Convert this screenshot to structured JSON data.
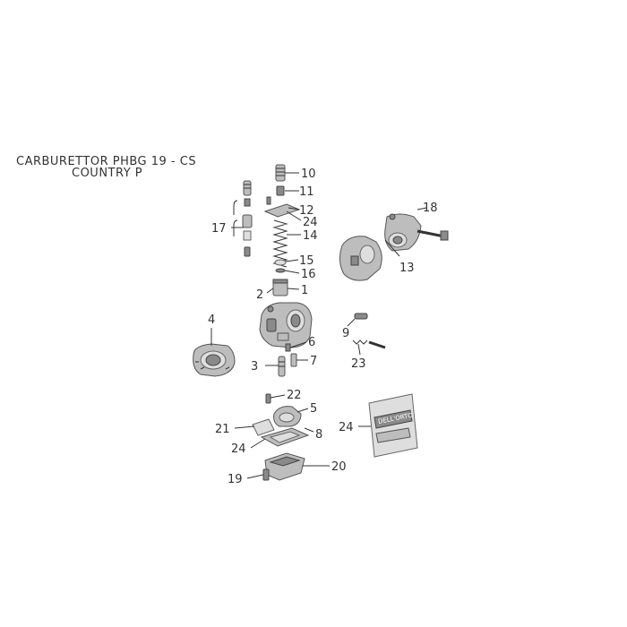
{
  "title": {
    "line1": "CARBURETTOR PHBG 19 - CS",
    "line2": "COUNTRY P"
  },
  "callouts": {
    "c1": "1",
    "c2": "2",
    "c3": "3",
    "c4": "4",
    "c5": "5",
    "c6": "6",
    "c7": "7",
    "c8": "8",
    "c9": "9",
    "c10": "10",
    "c11": "11",
    "c12": "12",
    "c13": "13",
    "c14": "14",
    "c15": "15",
    "c16": "16",
    "c17": "17",
    "c18": "18",
    "c19": "19",
    "c20": "20",
    "c21": "21",
    "c22": "22",
    "c23": "23",
    "c24a": "24",
    "c24b": "24",
    "c24c": "24"
  },
  "kit_box_label": "DELL'ORTO"
}
